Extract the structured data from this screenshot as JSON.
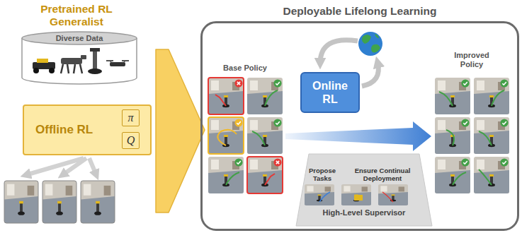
{
  "diagram": {
    "nodes": [
      {
        "text": [
          "Diverse Data"
        ]
      },
      {
        "text": [
          "Offline RL"
        ]
      },
      {
        "text": [
          "π"
        ],
        "in": 1
      },
      {
        "text": [
          "Q"
        ],
        "in": 1
      },
      {
        "text": [
          "Deployable Lifelong Learning"
        ]
      },
      {
        "text": [
          "Online RL"
        ],
        "in": 4
      },
      {
        "text": [
          "Propose Tasks",
          "Ensure Continual Deployment",
          "High-Level Supervisor"
        ],
        "in": 4
      }
    ],
    "edges": [
      {
        "from": 1,
        "to": 4,
        "arrow": "to"
      }
    ],
    "labels": [
      "Pretrained RL Generalist",
      "Base Policy",
      "Improved Policy"
    ]
  }
}
